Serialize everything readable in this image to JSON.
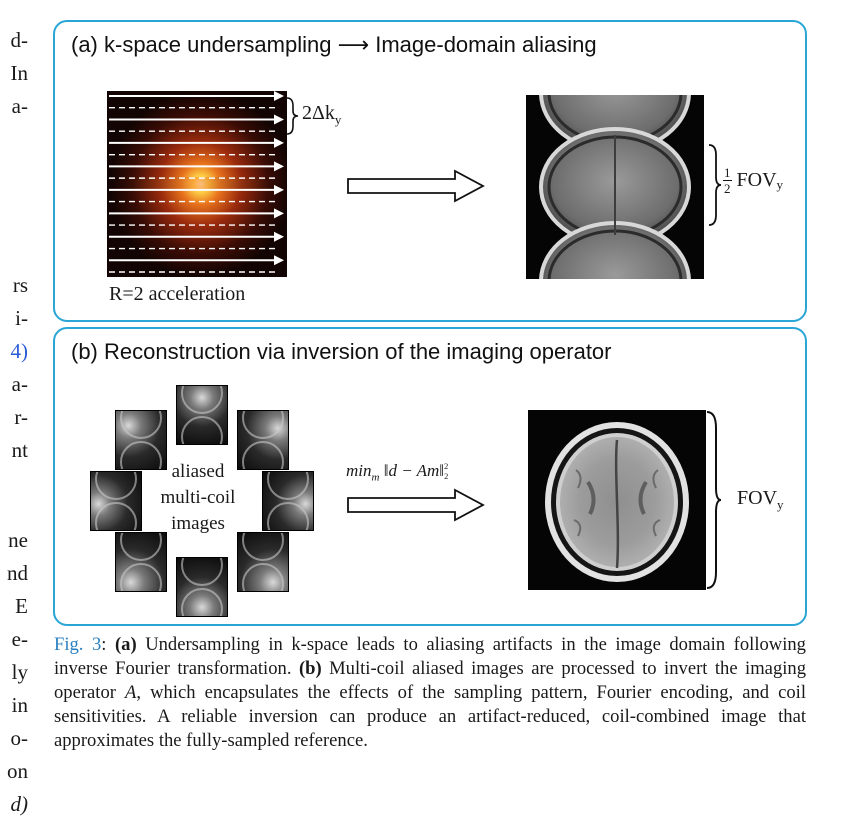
{
  "margin_fragments": [
    "d-",
    "In",
    "a-",
    "rs",
    "i-",
    "4)",
    "a-",
    "r-",
    "nt",
    "ne",
    "nd",
    "E",
    "e-",
    "ly",
    "in",
    "o-",
    "on",
    "d)"
  ],
  "panel_a": {
    "title": "(a) k-space undersampling  ⟶  Image-domain aliasing",
    "kspace_label": "R=2 acceleration",
    "delta_label": "2Δk",
    "delta_sub": "y",
    "fov_frac_num": "1",
    "fov_frac_den": "2",
    "fov_label": "FOV",
    "fov_sub": "y"
  },
  "panel_b": {
    "title": "(b) Reconstruction via inversion of the imaging operator",
    "coil_center_lines": [
      "aliased",
      "multi-coil",
      "images"
    ],
    "equation": "min",
    "equation_sub": "m",
    "equation_norm": "‖d − Am‖",
    "equation_sup": "2",
    "equation_sub2": "2",
    "fov_label": "FOV",
    "fov_sub": "y"
  },
  "caption": {
    "fig_label": "Fig. 3",
    "colon": ": ",
    "part_a_label": "(a)",
    "part_a_text": " Undersampling in k-space leads to aliasing artifacts in the image domain following inverse Fourier transformation. ",
    "part_b_label": "(b)",
    "part_b_text_1": " Multi-coil aliased images are processed to invert the imaging operator ",
    "operator": "A",
    "part_b_text_2": ", which encapsulates the effects of the sampling pattern, Fourier encoding, and coil sensitivities. A reliable inversion can produce an artifact-reduced, coil-combined image that approximates the fully-sampled reference."
  },
  "colors": {
    "panel_border": "#2aa6d6",
    "fig_label": "#2a7fc0"
  }
}
